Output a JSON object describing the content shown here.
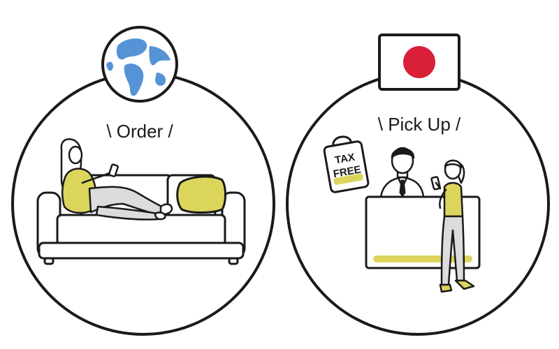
{
  "order_panel": {
    "caption": "\\ Order /",
    "badge_icon": "globe-icon"
  },
  "pickup_panel": {
    "caption": "\\ Pick Up /",
    "badge_icon": "japan-flag-icon",
    "tax_free_tag": {
      "line1": "TAX",
      "line2": "FREE"
    }
  },
  "colors": {
    "accent_yellow": "#dcd55c",
    "globe_blue": "#5592d6",
    "flag_red": "#d81f37",
    "outline": "#1a1a1a",
    "pants_gray": "#dcdcdc"
  }
}
